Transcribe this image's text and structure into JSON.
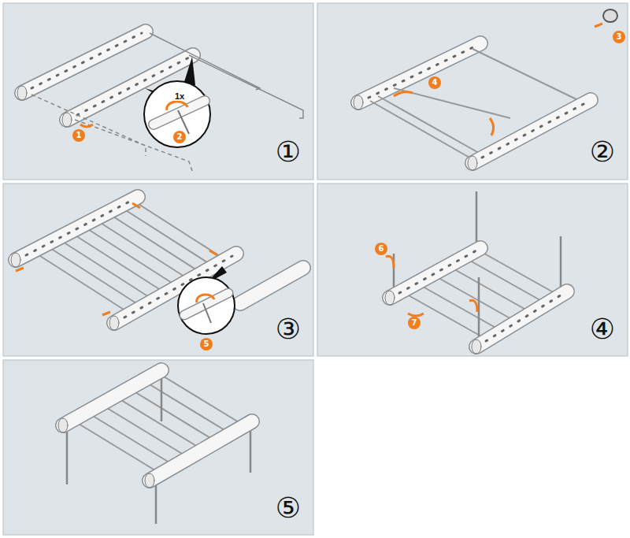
{
  "diagram": {
    "labels": [
      "1x",
      "2",
      "1",
      "①",
      "3",
      "4",
      "②",
      "5",
      "③",
      "6",
      "7",
      "④",
      "⑤"
    ]
  }
}
